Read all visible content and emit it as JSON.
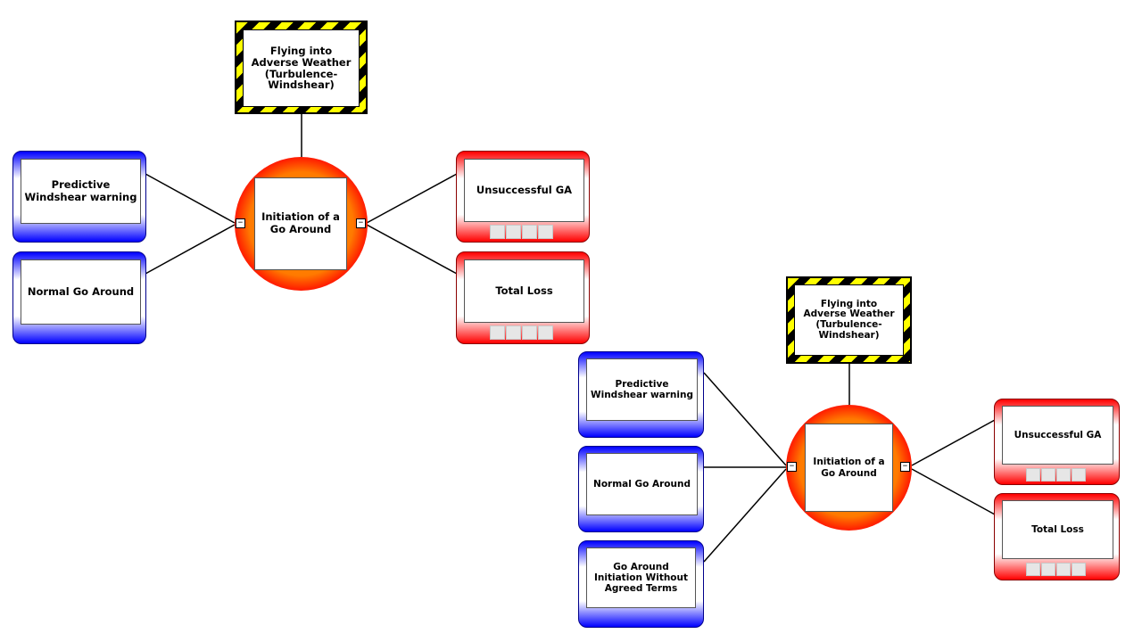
{
  "diagrams": [
    {
      "hazard": {
        "label": "Flying into Adverse Weather (Turbulence- Windshear)"
      },
      "top_event": {
        "label": "Initiation of a Go Around"
      },
      "threats": [
        {
          "label": "Predictive Windshear warning"
        },
        {
          "label": "Normal Go Around"
        }
      ],
      "consequences": [
        {
          "label": "Unsuccessful GA"
        },
        {
          "label": "Total Loss"
        }
      ],
      "toggle_symbol": "−"
    },
    {
      "hazard": {
        "label": "Flying into Adverse Weather (Turbulence- Windshear)"
      },
      "top_event": {
        "label": "Initiation of a Go Around"
      },
      "threats": [
        {
          "label": "Predictive Windshear warning"
        },
        {
          "label": "Normal Go Around"
        },
        {
          "label": "Go Around Initiation Without Agreed Terms"
        }
      ],
      "consequences": [
        {
          "label": "Unsuccessful GA"
        },
        {
          "label": "Total Loss"
        }
      ],
      "toggle_symbol": "−"
    }
  ],
  "colors": {
    "hazard_stripe_yellow": "#ffff00",
    "hazard_stripe_black": "#000000",
    "threat_blue": "#0000ff",
    "consequence_red": "#ff0000",
    "top_event_orange": "#ff8c00"
  }
}
